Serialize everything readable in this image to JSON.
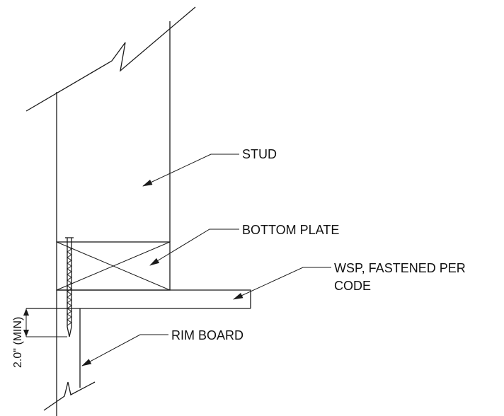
{
  "labels": {
    "stud": "STUD",
    "bottom_plate": "BOTTOM PLATE",
    "wsp_line1": "WSP, FASTENED PER",
    "wsp_line2": "CODE",
    "rim_board": "RIM BOARD"
  },
  "dimension": {
    "text": "2.0\" (MIN)"
  },
  "colors": {
    "line": "#1a1a1a",
    "background": "#ffffff"
  }
}
